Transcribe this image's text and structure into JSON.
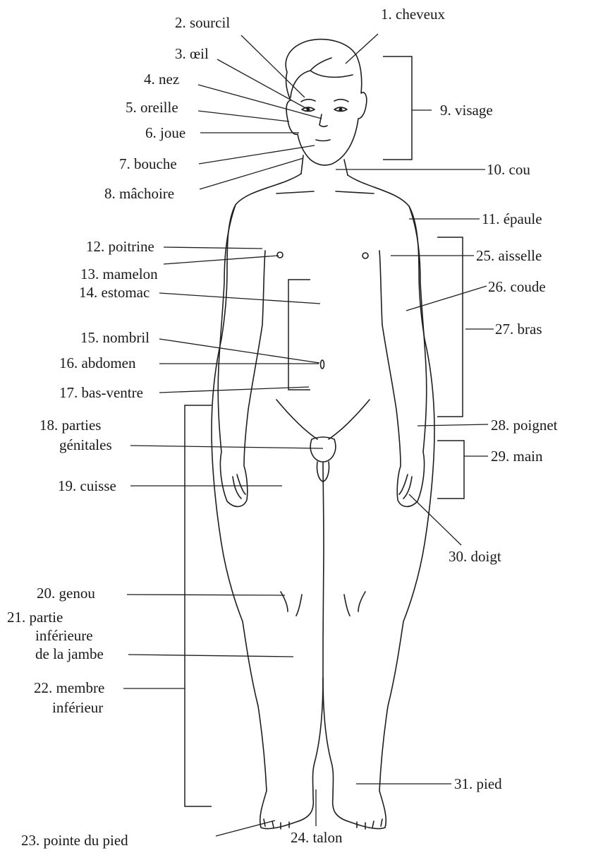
{
  "labels": {
    "l1": "1. cheveux",
    "l2": "2. sourcil",
    "l3": "3. œil",
    "l4": "4. nez",
    "l5": "5. oreille",
    "l6": "6. joue",
    "l7": "7. bouche",
    "l8": "8. mâchoire",
    "l9": "9. visage",
    "l10": "10. cou",
    "l11": "11. épaule",
    "l12": "12. poitrine",
    "l13": "13. mamelon",
    "l14": "14. estomac",
    "l15": "15. nombril",
    "l16": "16. abdomen",
    "l17": "17. bas-ventre",
    "l18a": "18. parties",
    "l18b": "génitales",
    "l19": "19. cuisse",
    "l20": "20. genou",
    "l21a": "21. partie",
    "l21b": "inférieure",
    "l21c": "de la jambe",
    "l22a": "22. membre",
    "l22b": "inférieur",
    "l23": "23. pointe du pied",
    "l24": "24. talon",
    "l25": "25. aisselle",
    "l26": "26. coude",
    "l27": "27. bras",
    "l28": "28. poignet",
    "l29": "29. main",
    "l30": "30. doigt",
    "l31": "31. pied"
  }
}
